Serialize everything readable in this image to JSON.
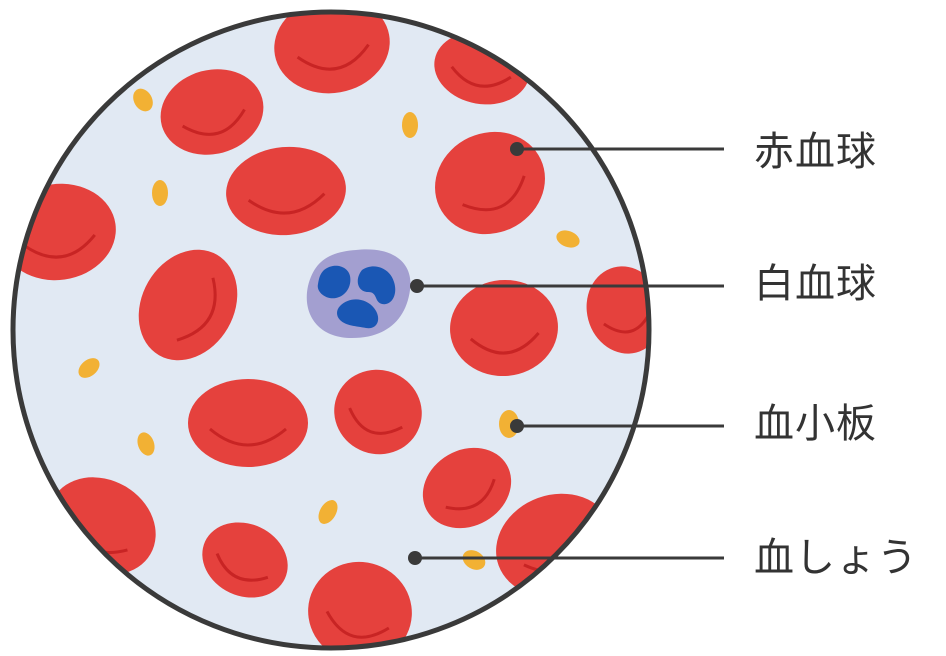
{
  "labels": {
    "red_blood_cell": "赤血球",
    "white_blood_cell": "白血球",
    "platelet": "血小板",
    "plasma": "血しょう"
  },
  "colors": {
    "plasma_background": "#e1e9f3",
    "outline": "#3a3a3a",
    "red_blood_cell": "#e5413d",
    "red_blood_cell_center": "#c82424",
    "white_blood_cell_body": "#a39fd0",
    "white_blood_cell_nucleus": "#1a57b4",
    "platelet": "#f2b134",
    "leader_line": "#3a3a3a",
    "label_text": "#333333"
  }
}
